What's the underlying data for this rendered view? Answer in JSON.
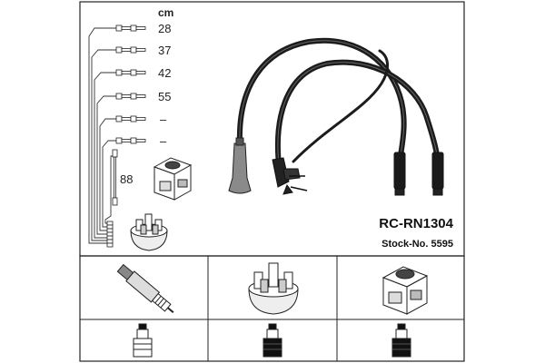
{
  "header": {
    "unit": "cm"
  },
  "lengths": [
    {
      "value": "28"
    },
    {
      "value": "37"
    },
    {
      "value": "42"
    },
    {
      "value": "55"
    },
    {
      "value": "–"
    },
    {
      "value": "–"
    },
    {
      "value": "88"
    }
  ],
  "part": {
    "code": "RC-RN1304",
    "stock": "Stock-No. 5595"
  },
  "icons": {
    "ignition_coil": "ignition-coil-icon",
    "distributor_cap": "distributor-cap-icon",
    "spark_plug": "spark-plug-icon",
    "connector": "boot-connector-icon"
  }
}
